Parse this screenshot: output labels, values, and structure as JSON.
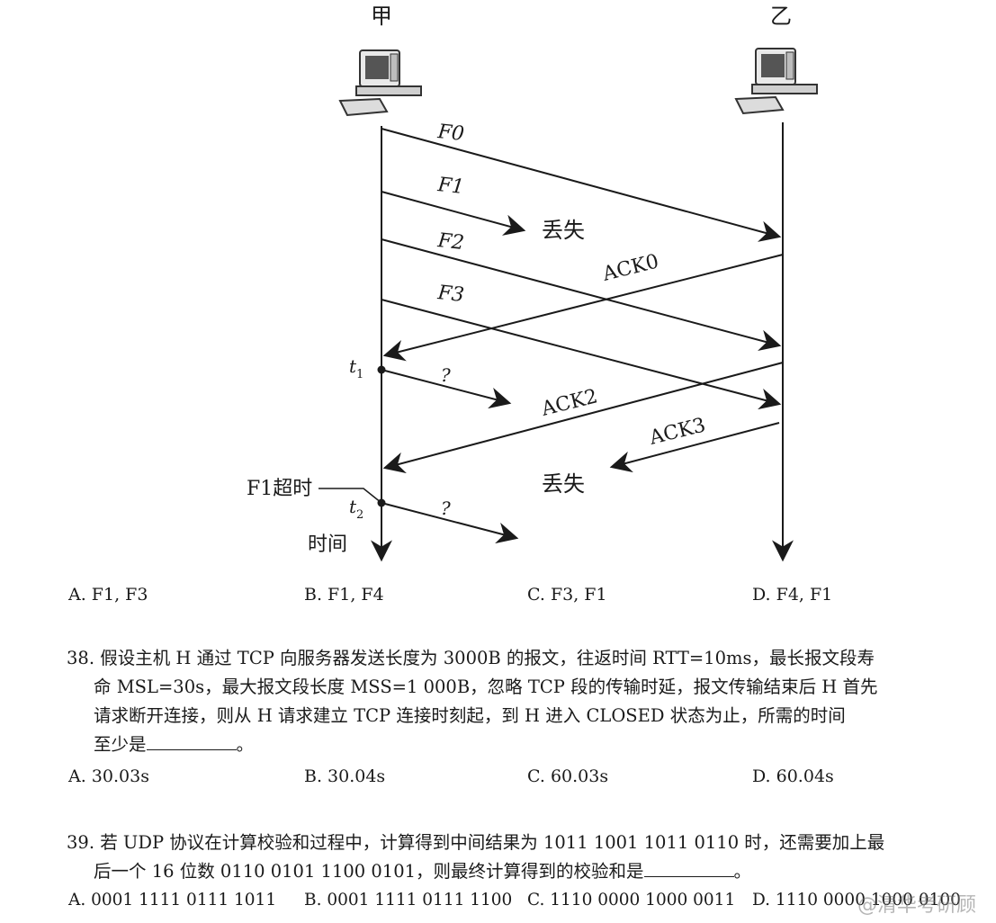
{
  "diagram": {
    "host_a_label": "甲",
    "host_b_label": "乙",
    "frames": [
      {
        "name": "F0",
        "label": "F0"
      },
      {
        "name": "F1",
        "label": "F1"
      },
      {
        "name": "F2",
        "label": "F2"
      },
      {
        "name": "F3",
        "label": "F3"
      }
    ],
    "acks": [
      {
        "name": "ACK0",
        "label": "ACK0"
      },
      {
        "name": "ACK2",
        "label": "ACK2"
      },
      {
        "name": "ACK3",
        "label": "ACK3"
      }
    ],
    "lost_label_1": "丢失",
    "lost_label_2": "丢失",
    "unknown_1": "?",
    "unknown_2": "?",
    "t1": "t",
    "t1_sub": "1",
    "t2": "t",
    "t2_sub": "2",
    "timeout_label": "F1超时",
    "time_axis_label": "时间",
    "icon_a": "computer-icon",
    "icon_b": "computer-icon"
  },
  "q37_options": {
    "a": "A. F1, F3",
    "b": "B. F1, F4",
    "c": "C. F3, F1",
    "d": "D. F4, F1"
  },
  "q38": {
    "line1": "38. 假设主机 H 通过 TCP 向服务器发送长度为 3000B 的报文，往返时间 RTT=10ms，最长报文段寿",
    "line2": "命 MSL=30s，最大报文段长度 MSS=1 000B，忽略 TCP 段的传输时延，报文传输结束后 H 首先",
    "line3": "请求断开连接，则从 H 请求建立 TCP 连接时刻起，到 H 进入 CLOSED 状态为止，所需的时间",
    "line4_pre": "至少是",
    "line4_post": "。",
    "options": {
      "a": "A. 30.03s",
      "b": "B. 30.04s",
      "c": "C. 60.03s",
      "d": "D. 60.04s"
    }
  },
  "q39": {
    "line1": "39. 若 UDP 协议在计算校验和过程中，计算得到中间结果为 1011 1001 1011 0110 时，还需要加上最",
    "line2_pre": "后一个 16 位数 0110 0101 1100 0101，则最终计算得到的校验和是",
    "line2_post": "。",
    "options": {
      "a": "A. 0001 1111 0111 1011",
      "b": "B. 0001 1111 0111 1100",
      "c": "C. 1110 0000 1000 0011",
      "d": "D. 1110 0000 1000 0100"
    }
  },
  "watermark": "@清华考研顾"
}
